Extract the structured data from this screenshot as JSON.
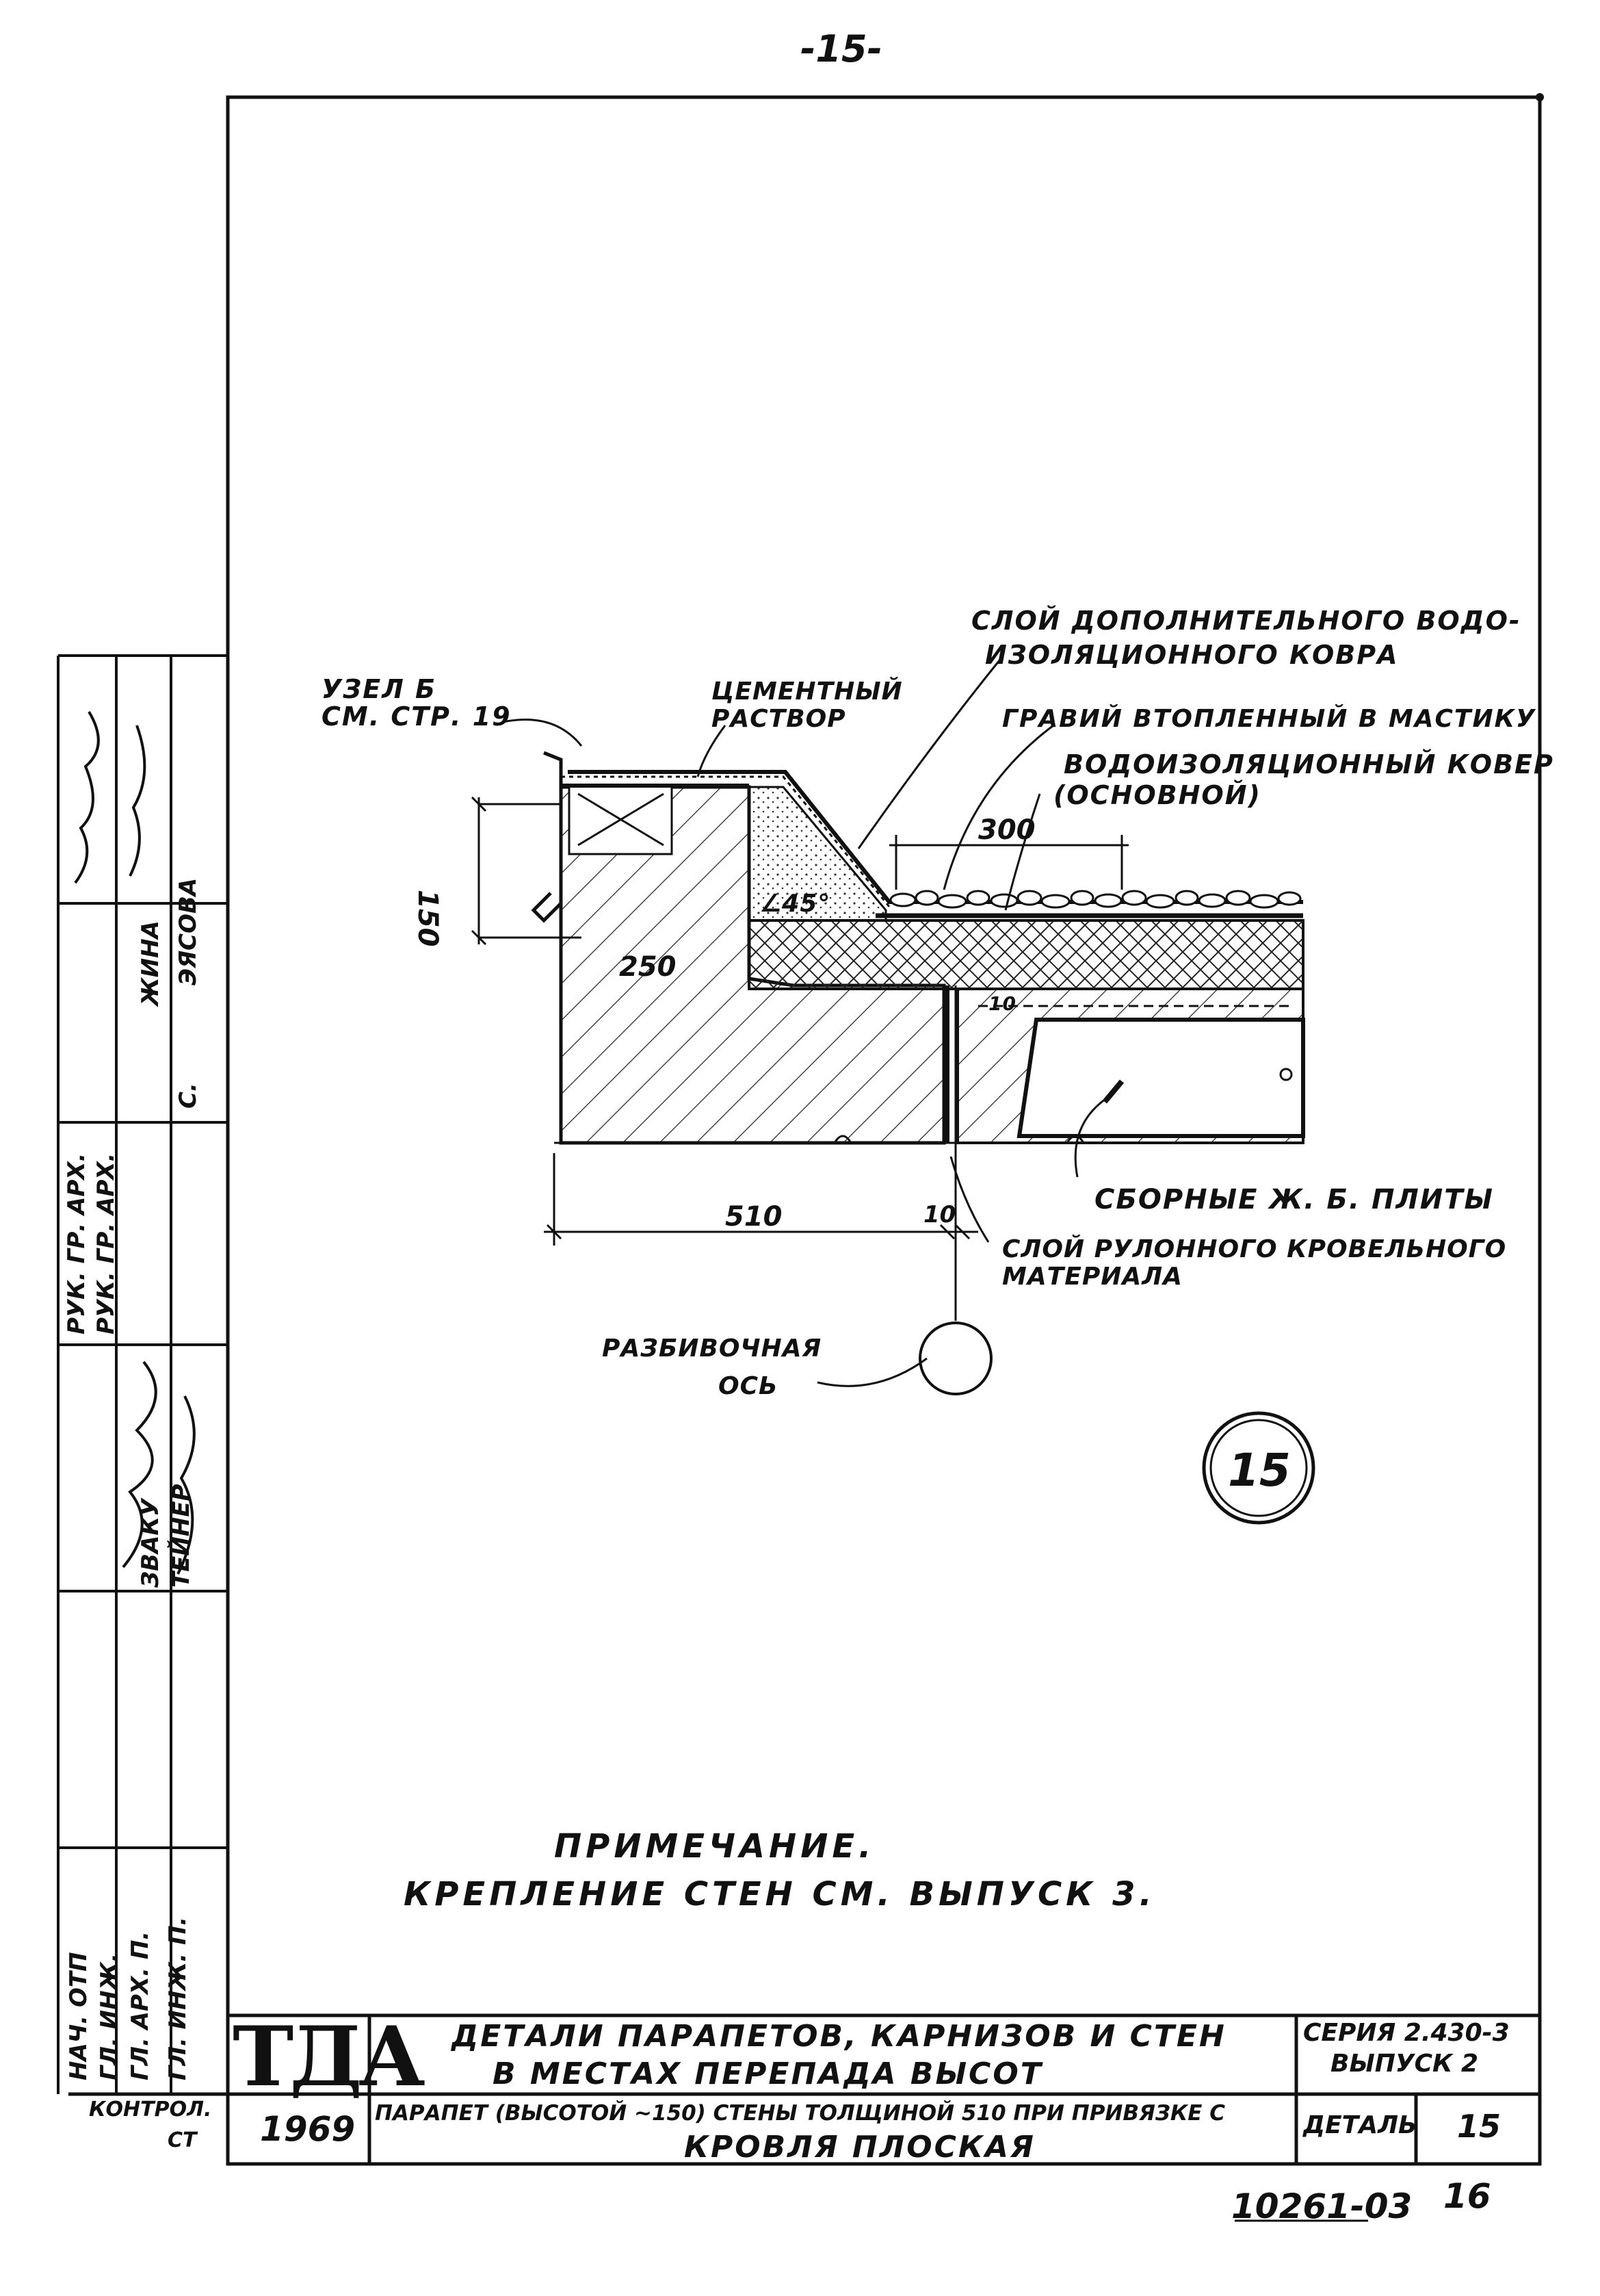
{
  "page_number": "-15-",
  "callouts": {
    "node_b_line1": "УЗЕЛ Б",
    "node_b_line2": "СМ. СТР. 19",
    "cement_line1": "ЦЕМЕНТНЫЙ",
    "cement_line2": "РАСТВОР",
    "extra_layer_line1": "СЛОЙ ДОПОЛНИТЕЛЬНОГО ВОДО-",
    "extra_layer_line2": "ИЗОЛЯЦИОННОГО КОВРА",
    "gravel": "ГРАВИЙ ВТОПЛЕННЫЙ В МАСТИКУ",
    "main_carpet_line1": "ВОДОИЗОЛЯЦИОННЫЙ КОВЕР",
    "main_carpet_line2": "(ОСНОВНОЙ)",
    "slabs": "СБОРНЫЕ Ж. Б. ПЛИТЫ",
    "roll_layer_line1": "СЛОЙ РУЛОННОГО КРОВЕЛЬНОГО",
    "roll_layer_line2": "МАТЕРИАЛА",
    "axis_line1": "РАЗБИВОЧНАЯ",
    "axis_line2": "ОСЬ"
  },
  "dimensions": {
    "d150": "150",
    "d250": "250",
    "d300": "300",
    "angle": "∠45°",
    "d510": "510",
    "d10": "10",
    "d10_small": "10"
  },
  "detail_badge": "15",
  "note": {
    "title": "ПРИМЕЧАНИЕ.",
    "text": "КРЕПЛЕНИЕ СТЕН СМ. ВЫПУСК 3."
  },
  "title_block": {
    "logo": "ТДА",
    "year": "1969",
    "title_line1": "ДЕТАЛИ ПАРАПЕТОВ, КАРНИЗОВ И СТЕН",
    "title_line2": "В МЕСТАХ ПЕРЕПАДА ВЫСОТ",
    "series_line1": "СЕРИЯ 2.430-3",
    "series_line2": "ВЫПУСК 2",
    "subtitle_line1": "ПАРАПЕТ (ВЫСОТОЙ ~150) СТЕНЫ ТОЛЩИНОЙ 510 ПРИ ПРИВЯЗКЕ С",
    "subtitle_line2": "КРОВЛЯ ПЛОСКАЯ",
    "detail_label": "ДЕТАЛЬ",
    "detail_number": "15",
    "control_line1": "КОНТРОЛ.",
    "control_line2": "СТ"
  },
  "side_stamp": {
    "role_1": "НАЧ. ОТП",
    "role_2": "ГЛ. ИНЖ.",
    "role_3": "ГЛ. АРХ. П.",
    "role_4": "ГЛ. ИНЖ. П.",
    "role_5": "РУК. ГР. АРХ.",
    "role_6": "РУК. ГР. АРХ.",
    "name_1": "ЗВАКУ",
    "name_2": "ТЕЙНЕР",
    "name_3": "ЭЯСОВА",
    "name_4": "ЖИНА",
    "name_5": "С."
  },
  "footer_code": "10261-03",
  "footer_page": "16"
}
